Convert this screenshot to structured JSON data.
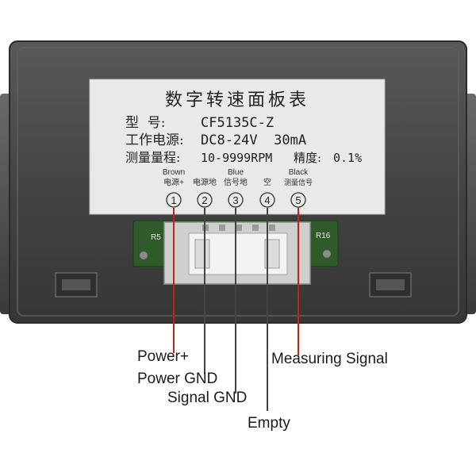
{
  "label": {
    "title": "数字转速面板表",
    "model_key": "型  号:",
    "model_value": "CF5135C-Z",
    "power_key": "工作电源:",
    "power_value": "DC8-24V  30mA",
    "range_key": "测量量程:",
    "range_value": "10-9999RPM",
    "accuracy_key": "精度:",
    "accuracy_value": "0.1%"
  },
  "pins": [
    {
      "color": "Brown",
      "label": "电源+",
      "number": "1"
    },
    {
      "color": "",
      "label": "电源地",
      "number": "2"
    },
    {
      "color": "Blue",
      "label": "信号地",
      "number": "3"
    },
    {
      "color": "",
      "label": "空",
      "number": "4"
    },
    {
      "color": "Black",
      "label": "测量信号",
      "number": "5"
    }
  ],
  "pcb_labels": {
    "left": "R5",
    "right": "R16"
  },
  "callouts": {
    "power_plus": "Power+",
    "power_gnd": "Power GND",
    "signal_gnd": "Signal GND",
    "empty": "Empty",
    "measuring_signal": "Measuring Signal"
  },
  "colors": {
    "wire_red": "#c81e1e",
    "wire_gray": "#444444",
    "housing": "#3f3f3f",
    "label_bg": "#e9e9e9",
    "pcb_green": "#2f5a2a"
  }
}
